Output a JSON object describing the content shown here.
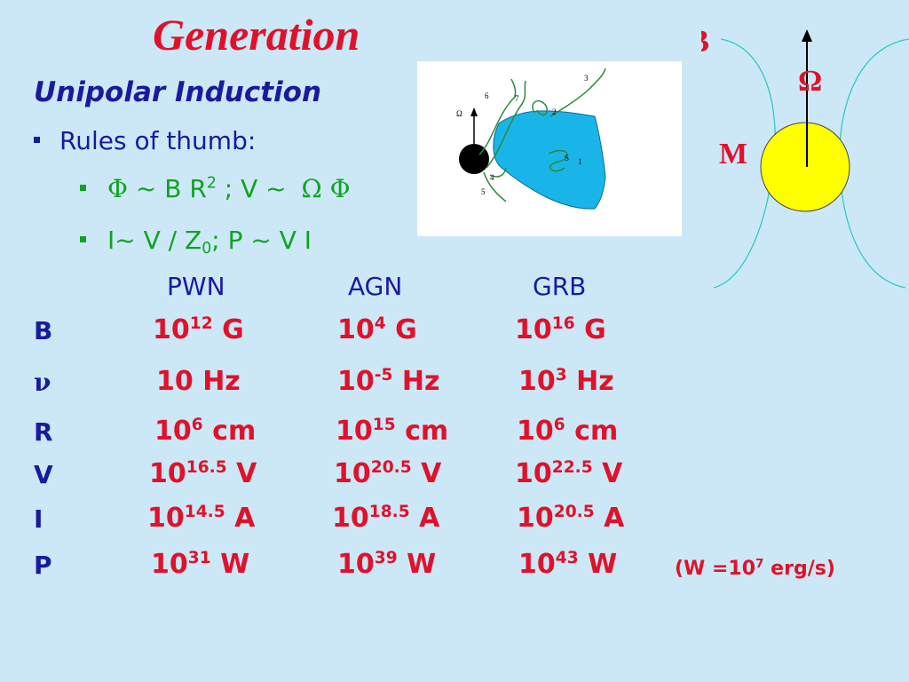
{
  "title": "Generation",
  "subtitle": "Unipolar Induction",
  "bullet_main": "Rules of thumb:",
  "rule1": {
    "phi": "Φ",
    "tilde": "~",
    "text1": "B R",
    "exp": "2",
    "text2": "; V ~",
    "omega": "Ω",
    "phi2": "Φ"
  },
  "rule2": {
    "text1": "I~ V / Z",
    "sub": "0",
    "text2": "; P ~ V I"
  },
  "figure": {
    "labels": [
      "7",
      "6",
      "3",
      "2",
      "Ω",
      "S",
      "1",
      "4",
      "5"
    ]
  },
  "magnet": {
    "b_label": "B",
    "omega_label": "Ω",
    "m_label": "M",
    "colors": {
      "star": "#ffff00",
      "field": "#2fc9c4"
    }
  },
  "table": {
    "columns": [
      "PWN",
      "AGN",
      "GRB"
    ],
    "rows": [
      {
        "label": "B",
        "cells": [
          {
            "base": "10",
            "exp": "12",
            "unit": "G"
          },
          {
            "base": "10",
            "exp": "4",
            "unit": "G"
          },
          {
            "base": "10",
            "exp": "16",
            "unit": "G"
          }
        ]
      },
      {
        "label": "ν",
        "cells": [
          {
            "base": "10",
            "exp": "",
            "unit": "Hz"
          },
          {
            "base": "10",
            "exp": "-5",
            "unit": "Hz"
          },
          {
            "base": "10",
            "exp": "3",
            "unit": "Hz"
          }
        ]
      },
      {
        "label": "R",
        "cells": [
          {
            "base": "10",
            "exp": "6",
            "unit": "cm"
          },
          {
            "base": "10",
            "exp": "15",
            "unit": "cm"
          },
          {
            "base": "10",
            "exp": "6",
            "unit": "cm"
          }
        ]
      },
      {
        "label": "V",
        "cells": [
          {
            "base": "10",
            "exp": "16.5",
            "unit": "V"
          },
          {
            "base": "10",
            "exp": "20.5",
            "unit": "V"
          },
          {
            "base": "10",
            "exp": "22.5",
            "unit": "V"
          }
        ]
      },
      {
        "label": "I",
        "cells": [
          {
            "base": "10",
            "exp": "14.5",
            "unit": "A"
          },
          {
            "base": "10",
            "exp": "18.5",
            "unit": "A"
          },
          {
            "base": "10",
            "exp": "20.5",
            "unit": "A"
          }
        ]
      },
      {
        "label": "P",
        "cells": [
          {
            "base": "10",
            "exp": "31",
            "unit": "W"
          },
          {
            "base": "10",
            "exp": "39",
            "unit": "W"
          },
          {
            "base": "10",
            "exp": "43",
            "unit": "W"
          }
        ]
      }
    ]
  },
  "note": {
    "prefix": "(W =10",
    "exp": "7",
    "suffix": " erg/s)"
  },
  "colors": {
    "background": "#cce8f7",
    "title": "#e0112a",
    "heading": "#1a1aa0",
    "rules": "#0fa31f",
    "values": "#e0112a"
  }
}
